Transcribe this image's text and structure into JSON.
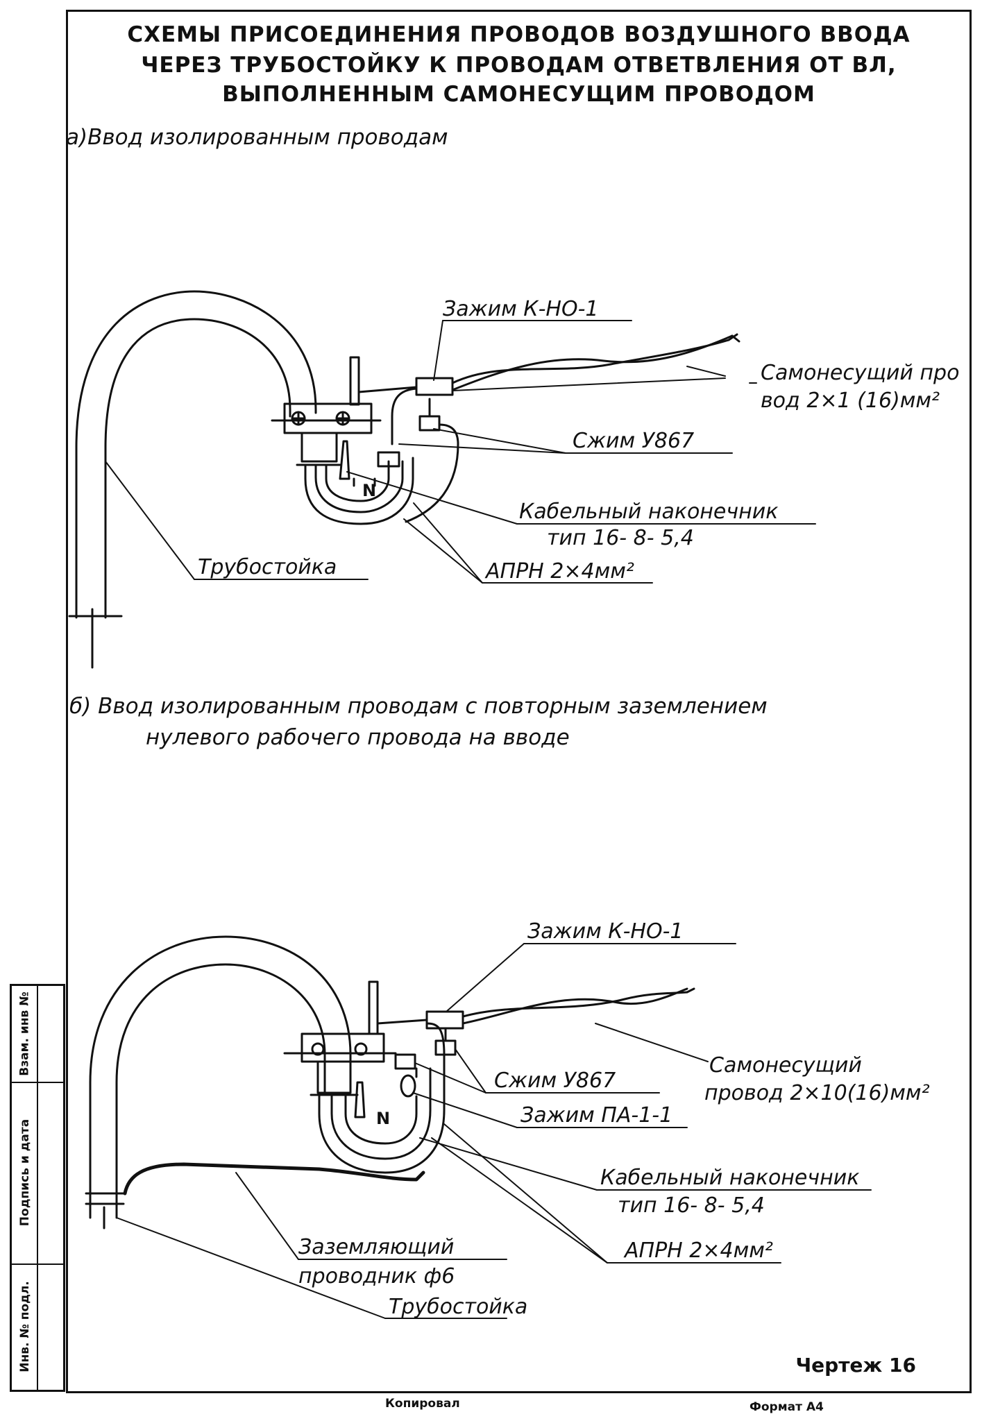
{
  "title": {
    "line1": "СХЕМЫ ПРИСОЕДИНЕНИЯ ПРОВОДОВ ВОЗДУШНОГО ВВОДА",
    "line2": "ЧЕРЕЗ ТРУБОСТОЙКУ К ПРОВОДАМ ОТВЕТВЛЕНИЯ ОТ ВЛ,",
    "line3": "ВЫПОЛНЕННЫМ САМОНЕСУЩИМ   ПРОВОДОМ"
  },
  "section_a": {
    "heading": "а)Ввод изолированным проводам",
    "labels": {
      "clamp": "Зажим К-НО-1",
      "self_supporting_1": "Самонесущий про",
      "self_supporting_2": "вод 2×1  (16)мм²",
      "compression": "Сжим У867",
      "lug_1": "Кабельный наконечник",
      "lug_2": "тип 16- 8- 5,4",
      "aprn": "АПРН 2×4мм²",
      "pole": "Трубостойка",
      "neutral_mark": "N"
    }
  },
  "section_b": {
    "heading_1": "б) Ввод изолированным  проводам с повторным заземлением",
    "heading_2": "нулевого рабочего провода на вводе",
    "labels": {
      "clamp": "Зажим  К-НО-1",
      "self_supporting_1": "Самонесущий",
      "self_supporting_2": "провод  2×10(16)мм²",
      "compression": "Сжим У867",
      "clamp_pa": "Зажим ПА-1-1",
      "lug_1": "Кабельный наконечник",
      "lug_2": "тип 16- 8- 5,4",
      "aprn": "АПРН  2×4мм²",
      "ground_1": "Заземляющий",
      "ground_2": "проводник  ф6",
      "pole": "Трубостойка",
      "neutral_mark": "N"
    }
  },
  "stamp": {
    "cell1": "Инв. № подл.",
    "cell2": "Подпись и дата",
    "cell3": "Взам. инв №"
  },
  "footer": {
    "drawing": "Чертеж 16",
    "copied": "Копировал",
    "format": "Формат А4"
  }
}
